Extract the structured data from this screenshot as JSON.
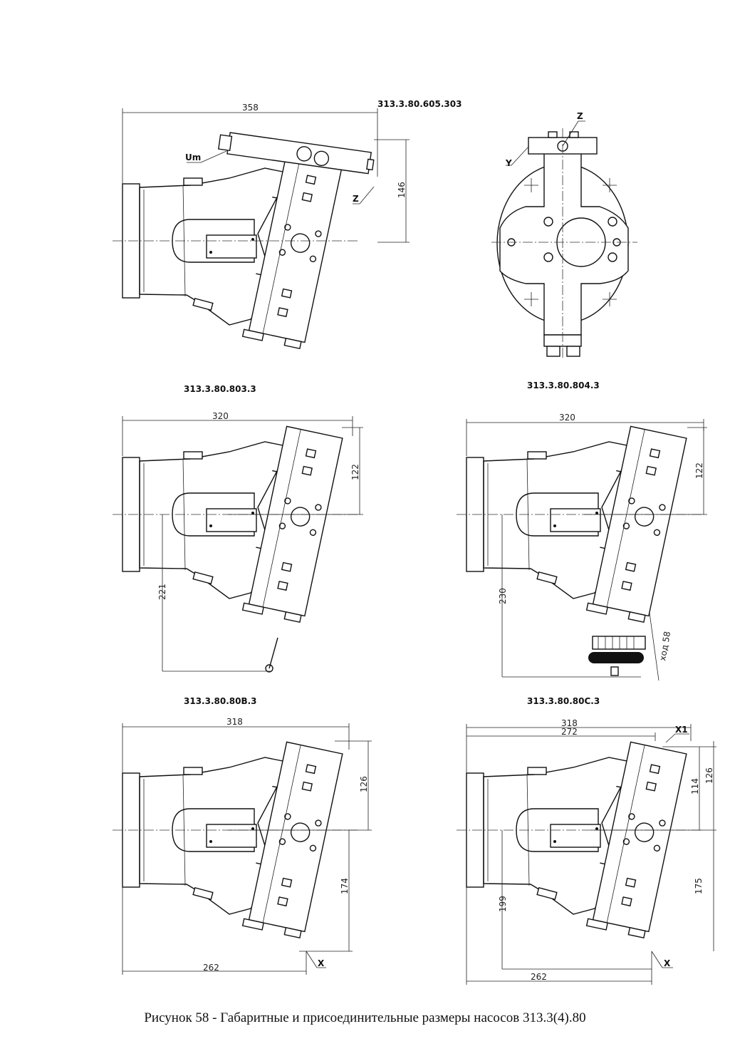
{
  "caption": "Рисунок 58 - Габаритные и присоединительные размеры насосов 313.3(4).80",
  "views": [
    {
      "id": "v1",
      "title": "",
      "top_title": "313.3.80.605.303",
      "dims": [
        "358",
        "146"
      ],
      "labels": [
        "Um",
        "Z"
      ]
    },
    {
      "id": "v2",
      "title": "",
      "labels": [
        "Z",
        "Y"
      ]
    },
    {
      "id": "v3",
      "title": "313.3.80.803.3",
      "dims": [
        "320",
        "122",
        "221"
      ]
    },
    {
      "id": "v4",
      "title": "313.3.80.804.3",
      "dims": [
        "320",
        "122",
        "230",
        "ход 58"
      ]
    },
    {
      "id": "v5",
      "title": "313.3.80.80B.3",
      "dims": [
        "318",
        "126",
        "174",
        "262"
      ],
      "labels": [
        "X"
      ]
    },
    {
      "id": "v6",
      "title": "313.3.80.80C.3",
      "dims": [
        "318",
        "272",
        "114",
        "126",
        "175",
        "199",
        "262"
      ],
      "labels": [
        "X1",
        "X"
      ]
    }
  ]
}
